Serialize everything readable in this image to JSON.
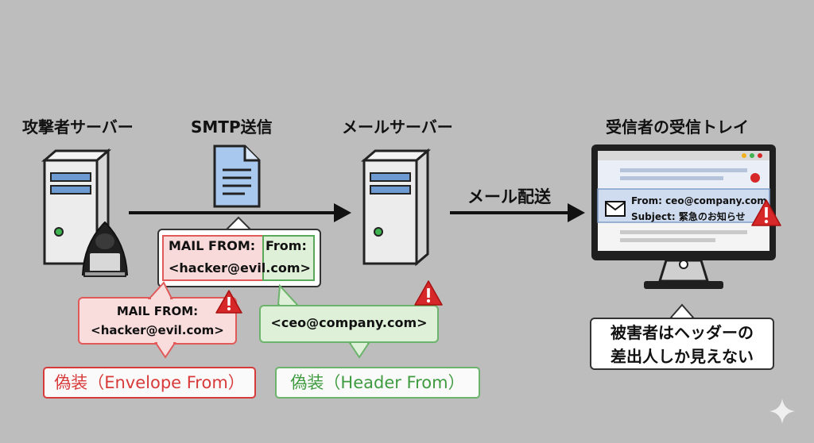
{
  "titles": {
    "attacker": "攻撃者サーバー",
    "smtp": "SMTP送信",
    "mailserver": "メールサーバー",
    "inbox": "受信者の受信トレイ"
  },
  "arrow_label": "メール配送",
  "packet": {
    "mail_from_line1": "MAIL FROM:",
    "mail_from_line2": "<hacker@evil.com>",
    "from_label": "From:"
  },
  "callout_envelope": {
    "line1": "MAIL FROM:",
    "line2": "<hacker@evil.com>"
  },
  "callout_header": {
    "line1": "<ceo@company.com>"
  },
  "labels": {
    "envelope": "偽装（Envelope From）",
    "header": "偽装（Header From）"
  },
  "inbox_email": {
    "from": "From: ceo@company.com",
    "subject": "Subject: 緊急のお知らせ"
  },
  "victim_note": {
    "line1": "被害者はヘッダーの",
    "line2": "差出人しか見えない"
  },
  "colors": {
    "background": "#bdbdbd",
    "red": "#e05a5a",
    "green": "#6cb36c",
    "warning": "#d62828"
  },
  "icons": [
    "server-icon",
    "hacker-icon",
    "document-icon",
    "monitor-icon",
    "envelope-icon",
    "warning-icon",
    "sparkle-icon"
  ]
}
